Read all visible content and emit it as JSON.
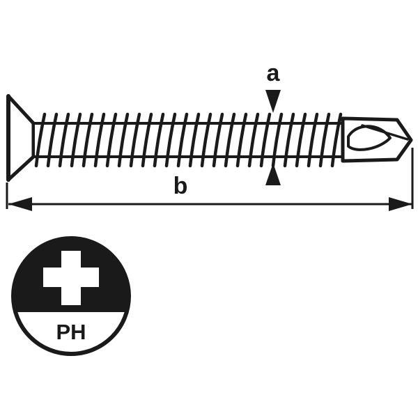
{
  "dimensions": {
    "diameter_label": "a",
    "length_label": "b"
  },
  "drive": {
    "label": "PH",
    "icon": "phillips-cross-icon"
  },
  "colors": {
    "ink": "#1a1a1a",
    "background": "#ffffff"
  }
}
